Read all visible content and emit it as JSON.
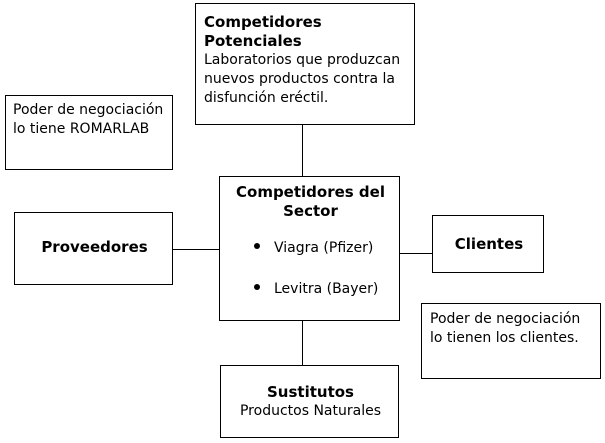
{
  "potenciales": {
    "title_line1": "Competidores",
    "title_line2": "Potenciales",
    "desc_line1": "Laboratorios que produzcan",
    "desc_line2": "nuevos productos contra la",
    "desc_line3": "disfunción eréctil."
  },
  "proveedores_note": {
    "line1": "Poder de negociación",
    "line2": "lo tiene ROMARLAB"
  },
  "sector": {
    "title_line1": "Competidores del",
    "title_line2": "Sector",
    "items": [
      "Viagra (Pfizer)",
      "Levitra (Bayer)"
    ]
  },
  "proveedores": {
    "label": "Proveedores"
  },
  "clientes": {
    "label": "Clientes"
  },
  "clientes_note": {
    "line1": "Poder de negociación",
    "line2": "lo tienen los clientes."
  },
  "sustitutos": {
    "title": "Sustitutos",
    "desc": "Productos Naturales"
  }
}
